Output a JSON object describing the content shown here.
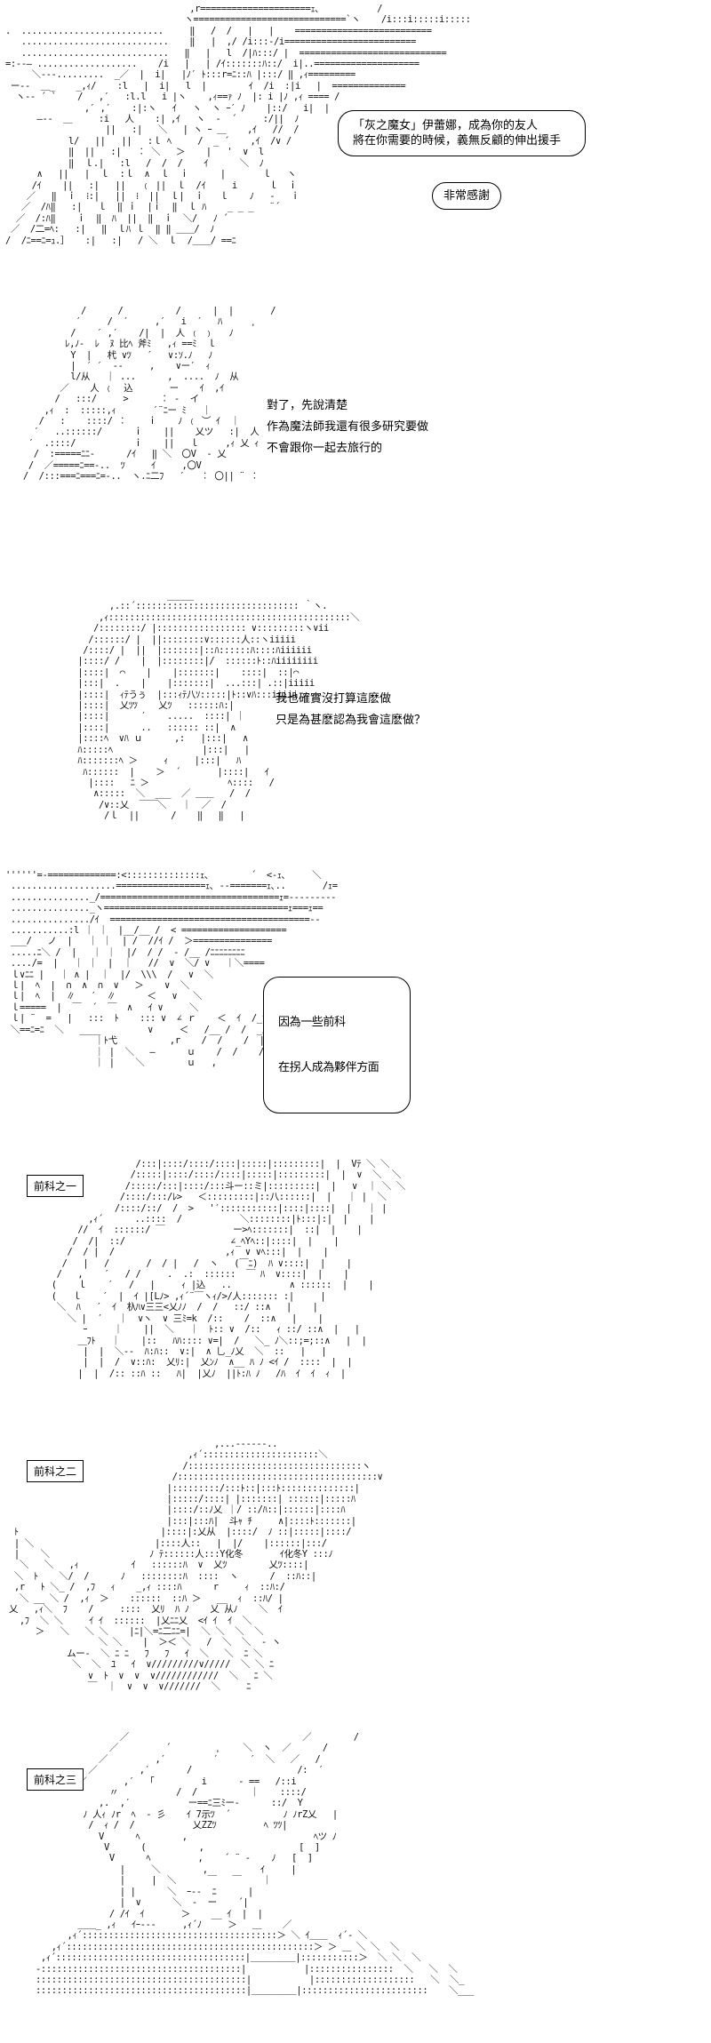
{
  "panels": [
    {
      "id": "p1",
      "dialogue": [
        "「灰之魔女」伊蕾娜，成為你的友人",
        "將在你需要的時候，義無反顧的伸出援手"
      ],
      "reply": "非常感謝"
    },
    {
      "id": "p2",
      "dialogue": [
        "對了，先說清楚",
        "作為魔法師我還有很多研究要做",
        "不會跟你一起去旅行的"
      ]
    },
    {
      "id": "p3",
      "dialogue": [
        "我也確實沒打算這麽做",
        "只是為甚麽認為我會這麽做？"
      ]
    },
    {
      "id": "p4",
      "dialogue": [
        "因為一些前科",
        "在拐人成為夥伴方面"
      ]
    },
    {
      "id": "p5",
      "tag": "前科之一"
    },
    {
      "id": "p6",
      "tag": "前科之二"
    },
    {
      "id": "p7",
      "tag": "前科之三"
    }
  ]
}
